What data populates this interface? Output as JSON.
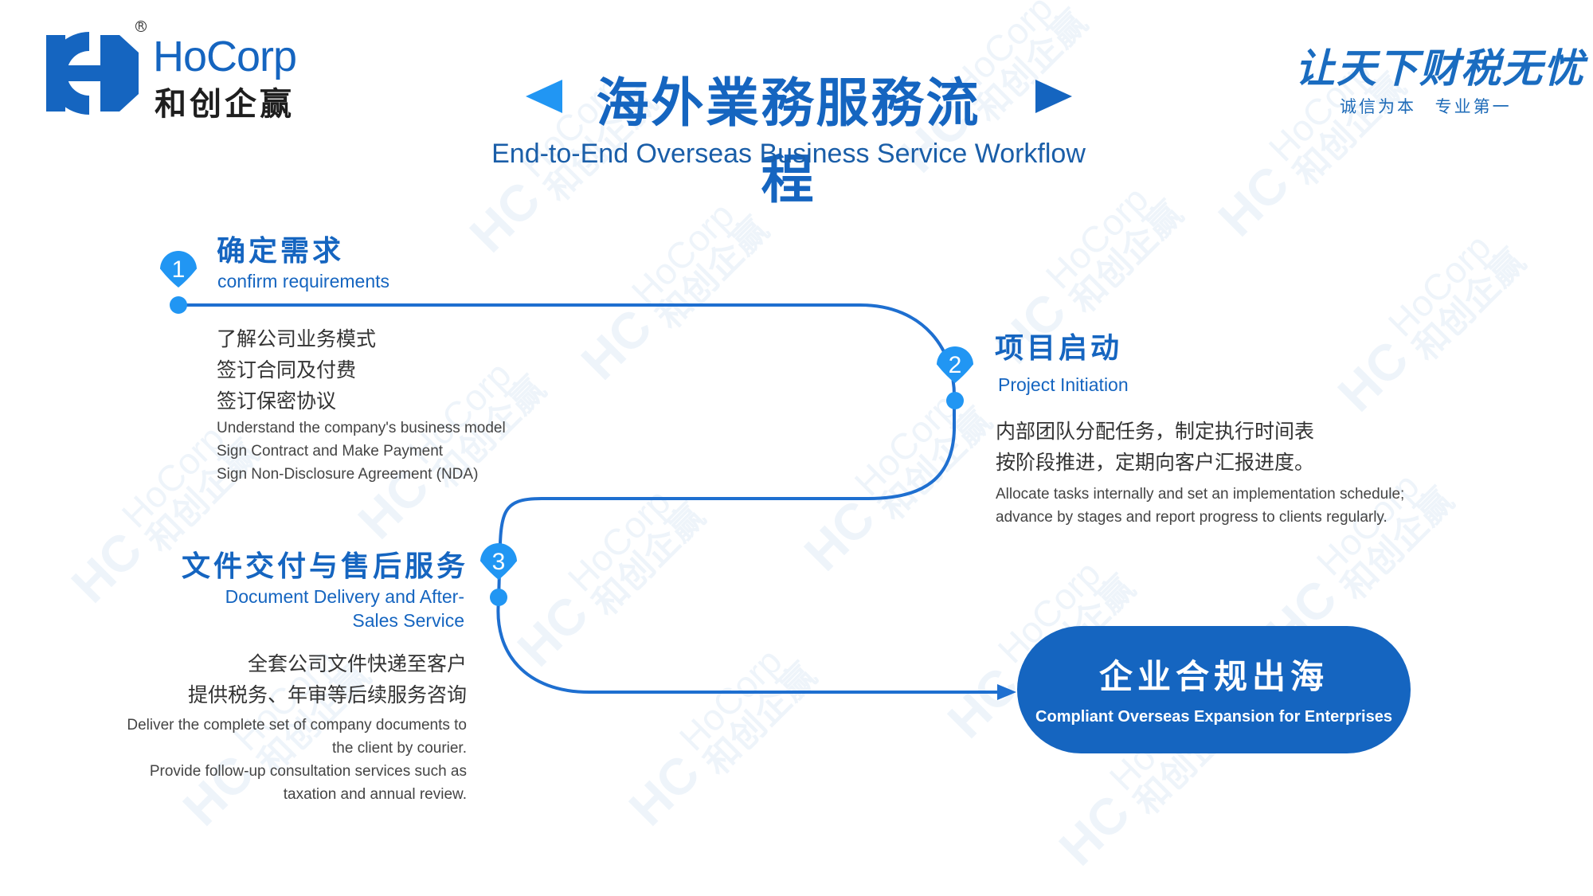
{
  "brand": {
    "logo_en": "HoCorp",
    "logo_cn": "和创企赢",
    "registered_mark": "R",
    "watermark_en": "HoCorp",
    "watermark_cn": "和创企赢",
    "color": "#1565c0"
  },
  "header": {
    "title_cn": "海外業務服務流程",
    "title_en": "End-to-End Overseas Business Service Workflow",
    "slogan": "让天下财税无忧",
    "slogan_sub": "诚信为本 专业第一"
  },
  "steps": [
    {
      "number": "1",
      "title_cn": "确定需求",
      "title_en": "confirm requirements",
      "desc_cn": [
        "了解公司业务模式",
        "签订合同及付费",
        "签订保密协议"
      ],
      "desc_en": [
        "Understand the company's business model",
        "Sign Contract and Make Payment",
        "Sign Non-Disclosure Agreement (NDA)"
      ]
    },
    {
      "number": "2",
      "title_cn": "项目启动",
      "title_en": "Project Initiation",
      "desc_cn": [
        "内部团队分配任务，制定执行时间表",
        "按阶段推进，定期向客户汇报进度。"
      ],
      "desc_en": [
        "Allocate tasks internally and set an implementation schedule;",
        "advance by stages and report progress to clients regularly."
      ]
    },
    {
      "number": "3",
      "title_cn": "文件交付与售后服务",
      "title_en": [
        "Document Delivery and After-",
        "Sales Service"
      ],
      "desc_cn": [
        "全套公司文件快递至客户",
        "提供税务、年审等后续服务咨询"
      ],
      "desc_en": [
        "Deliver the complete set of company documents to",
        "the client by courier.",
        "Provide follow-up consultation services such as",
        "taxation and annual review."
      ]
    }
  ],
  "final": {
    "title_cn": "企业合规出海",
    "title_en": "Compliant Overseas Expansion for Enterprises"
  },
  "colors": {
    "primary": "#1565c0",
    "pin": "#2196f3",
    "line": "#1e6fd0"
  }
}
